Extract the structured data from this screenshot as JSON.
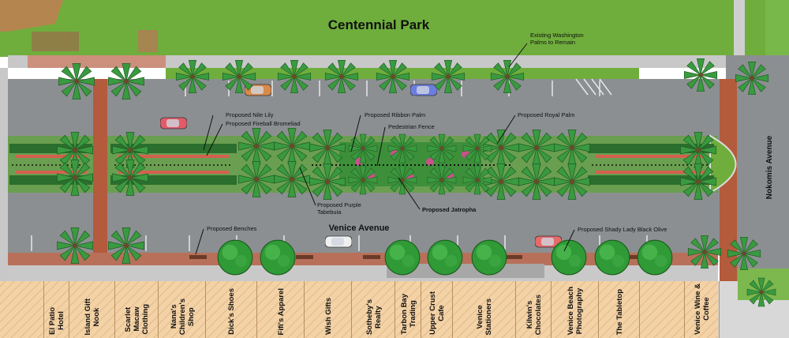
{
  "title": "Centennial Park",
  "street_main": "Venice Avenue",
  "street_cross": "Nokomis Avenue",
  "annotations": [
    "Existing Washington\nPalms to Remain",
    "Proposed Nile Lily",
    "Proposed Fireball Bromeliad",
    "Proposed Ribbon Palm",
    "Pedestrian Fence",
    "Proposed Royal Palm",
    "Proposed Purple\nTabebuia",
    "Proposed Jatropha",
    "Proposed Benches",
    "Proposed Shady Lady Black Olive"
  ],
  "shops": [
    "El Patio\nHotel",
    "Island Gift\nNook",
    "Scarlet\nMacaw\nClothing",
    "Nana's\nChildren's\nShop",
    "Dick's Shoes",
    "Fifi's Apparel",
    "Wish Gifts",
    "Sotheby's\nRealty",
    "Tarbon Bay\nTrading",
    "Upper Crust\nCafe",
    "Venice\nStationers",
    "Kilwin's\nChocolates",
    "Venice Beach\nPhotography",
    "The Tabletop",
    "",
    "Venice Wine &\nCoffee"
  ],
  "colors": {
    "park_grass": "#6fae3c",
    "road": "#8c8f92",
    "brick": "#b35b3c",
    "shop_fill": "#f3d2a6",
    "palm": "#2f8f3a",
    "olive_tree": "#2f9a36",
    "jatropha": "#c8528a"
  }
}
